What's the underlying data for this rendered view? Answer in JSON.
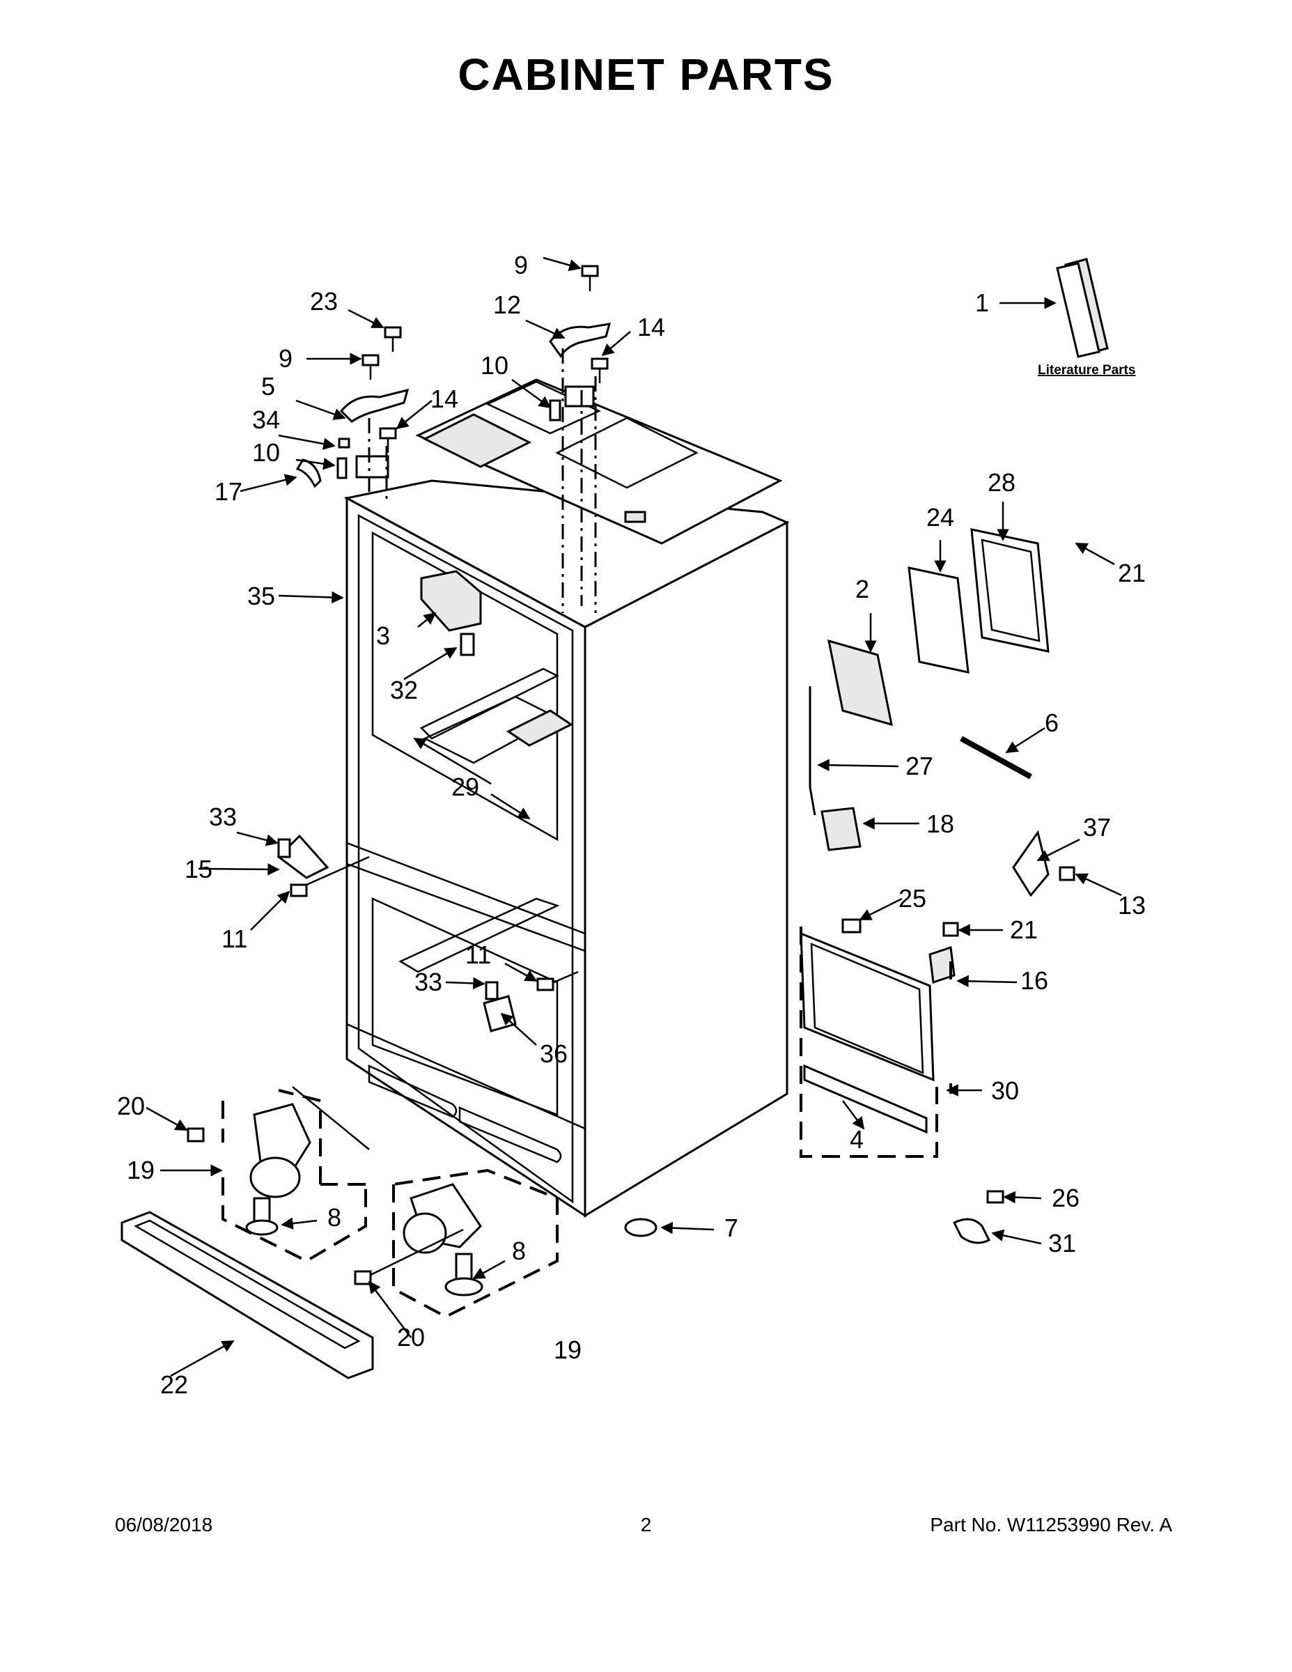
{
  "title": "CABINET PARTS",
  "literature_parts_label": "Literature Parts",
  "footer": {
    "date": "06/08/2018",
    "page": "2",
    "part_no": "Part No.  W11253990  Rev.  A"
  },
  "callouts": {
    "c1": "1",
    "c2": "2",
    "c3": "3",
    "c4": "4",
    "c5": "5",
    "c6": "6",
    "c7": "7",
    "c8a": "8",
    "c8b": "8",
    "c9a": "9",
    "c9b": "9",
    "c10a": "10",
    "c10b": "10",
    "c11a": "11",
    "c11b": "11",
    "c12": "12",
    "c13": "13",
    "c14a": "14",
    "c14b": "14",
    "c15": "15",
    "c16": "16",
    "c17": "17",
    "c18": "18",
    "c19a": "19",
    "c19b": "19",
    "c20a": "20",
    "c20b": "20",
    "c21a": "21",
    "c21b": "21",
    "c22": "22",
    "c23": "23",
    "c24": "24",
    "c25": "25",
    "c26": "26",
    "c27": "27",
    "c28": "28",
    "c29": "29",
    "c30": "30",
    "c31": "31",
    "c32": "32",
    "c33a": "33",
    "c33b": "33",
    "c34": "34",
    "c35": "35",
    "c36": "36",
    "c37": "37"
  }
}
